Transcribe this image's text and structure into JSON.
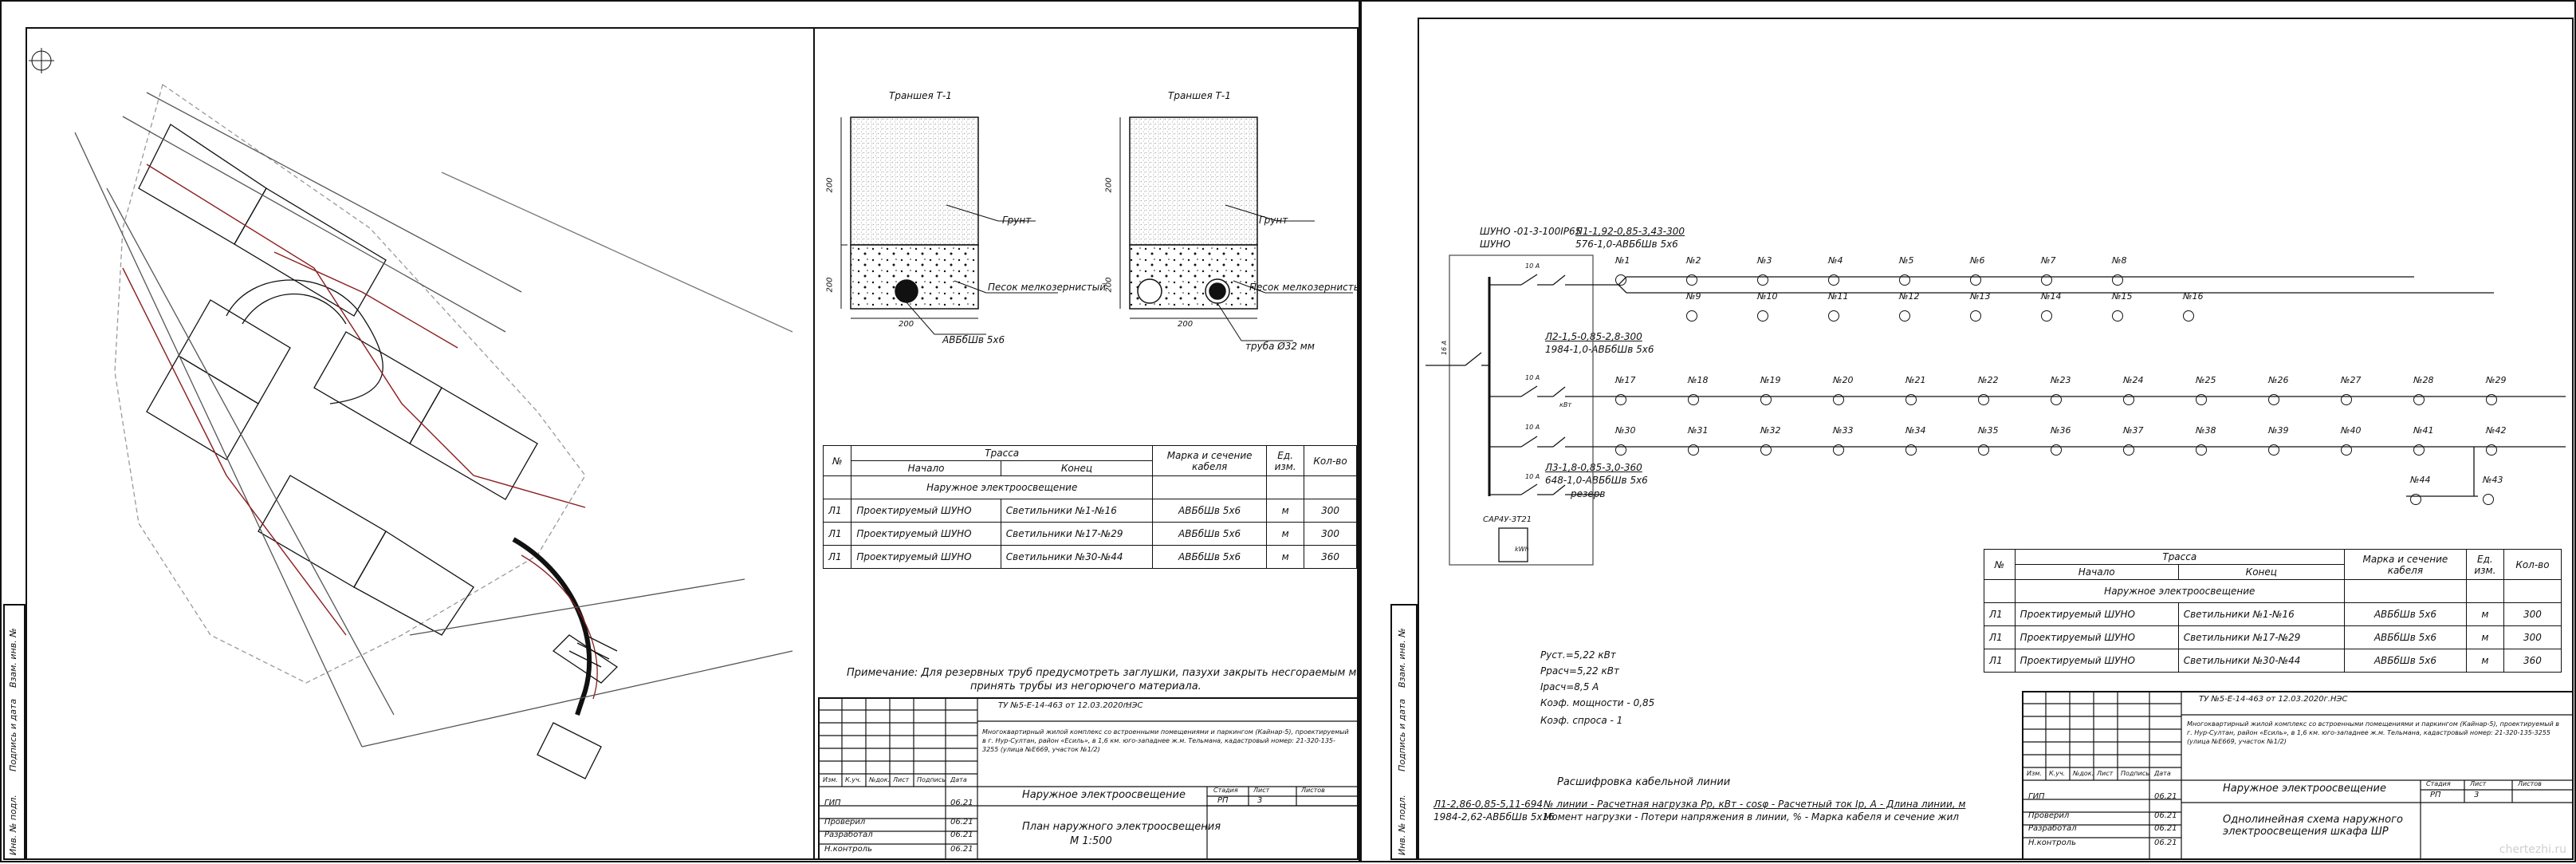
{
  "sheet1": {
    "trench_left_title": "Траншея Т-1",
    "trench_right_title": "Траншея Т-1",
    "dim_200_v1": "200",
    "dim_200_v2": "200",
    "dim_200_h": "200",
    "dim_200_v3": "200",
    "dim_200_v4": "200",
    "dim_200_h2": "200",
    "label_soil": "Грунт",
    "label_sand": "Песок мелкозернистый",
    "label_cable": "АВБбШв 5х6",
    "label_soil2": "Грунт",
    "label_sand2": "Песок мелкозернистый",
    "label_pipe": "труба Ø32 мм",
    "table": {
      "h_num": "№",
      "h_route": "Трасса",
      "h_start": "Начало",
      "h_end": "Конец",
      "h_brand": "Марка и сечение кабеля",
      "h_unit": "Ед. изм.",
      "h_qty": "Кол-во",
      "section": "Наружное электроосвещение",
      "rows": [
        {
          "n": "Л1",
          "start": "Проектируемый ШУНО",
          "end": "Светильники №1-№16",
          "brand": "АВБбШв 5х6",
          "unit": "м",
          "qty": "300"
        },
        {
          "n": "Л1",
          "start": "Проектируемый ШУНО",
          "end": "Светильники №17-№29",
          "brand": "АВБбШв 5х6",
          "unit": "м",
          "qty": "300"
        },
        {
          "n": "Л1",
          "start": "Проектируемый ШУНО",
          "end": "Светильники №30-№44",
          "brand": "АВБбШв 5х6",
          "unit": "м",
          "qty": "360"
        }
      ]
    },
    "note_line1": "Примечание: Для резервных труб предусмотреть заглушки, пазухи закрыть несгораемым материалом,",
    "note_line2": "принять трубы из негорючего материала.",
    "stamp": {
      "code": "ТУ №5-Е-14-463 от 12.03.2020г.",
      "nzh": "НЭС",
      "project": "Многоквартирный жилой комплекс со встроенными помещениями и паркингом (Кайнар-5), проектируемый в г. Нур-Султан, район «Есиль», в 1,6 км. юго-западнее ж.м. Тельмана, кадастровый номер: 21-320-135-3255 (улица №Е669, участок №1/2)",
      "cols": [
        "Изм.",
        "К.уч.",
        "№док.",
        "Лист",
        "Подпись",
        "Дата"
      ],
      "title": "Наружное электроосвещение",
      "stadia": "Стадия",
      "list": "Лист",
      "listov": "Листов",
      "rp": "РП",
      "sheet_no": "3",
      "gip": "ГИП",
      "checked": "Проверил",
      "developed": "Разработал",
      "control": "Н.контроль",
      "date": "06.21",
      "drawing": "План наружного электроосвещения",
      "scale": "М 1:500"
    },
    "margin_labels": [
      "Взам. инв. №",
      "Подпись и дата",
      "Инв. № подл."
    ]
  },
  "sheet2": {
    "panel_name": "ШУНО -01-3-100IP65",
    "panel_sub": "ШУНО",
    "panel_box": "САР4У-3Т21",
    "feeder1_line1": "Л1-1,92-0,85-3,43-300",
    "feeder1_line2": "576-1,0-АВБбШв 5х6",
    "feeder2_line1": "Л2-1,5-0,85-2,8-300",
    "feeder2_line2": "1984-1,0-АВБбШв 5х6",
    "feeder3_line1": "Л3-1,8-0,85-3,0-360",
    "feeder3_line2": "648-1,0-АВБбШв 5х6",
    "reserve": "резерв",
    "breaker_main": "16 А",
    "breaker": "10 А",
    "counter": "kWh",
    "installer": "кВт",
    "pust": "Руст.=5,22 кВт",
    "prasch": "Ррасч=5,22 кВт",
    "irasch": "Iрасч=8,5 А",
    "cos": "Коэф. мощности - 0,85",
    "kspr": "Коэф. спроса - 1",
    "decode_title": "Расшифровка кабельной линии",
    "decode_ex1": "Л1-2,86-0,85-5,11-694",
    "decode_ex2": "1984-2,62-АВБбШв 5х16",
    "decode_l1": "№ линии - Расчетная нагрузка Рр, кВт - cosφ - Расчетный ток Iр, А - Длина линии, м",
    "decode_l2": "Момент нагрузки - Потери напряжения в линии, % - Марка кабеля и сечение жил",
    "lamps_row1": [
      "№1",
      "№2",
      "№3",
      "№4",
      "№5",
      "№6",
      "№7",
      "№8"
    ],
    "lamps_row2": [
      "№9",
      "№10",
      "№11",
      "№12",
      "№13",
      "№14",
      "№15",
      "№16"
    ],
    "lamps_row3": [
      "№17",
      "№18",
      "№19",
      "№20",
      "№21",
      "№22",
      "№23",
      "№24",
      "№25",
      "№26",
      "№27",
      "№28",
      "№29"
    ],
    "lamps_row4": [
      "№30",
      "№31",
      "№32",
      "№33",
      "№34",
      "№35",
      "№36",
      "№37",
      "№38",
      "№39",
      "№40",
      "№41",
      "№42"
    ],
    "lamps_row5": [
      "№44",
      "№43"
    ],
    "stamp": {
      "drawing": "Однолинейная схема наружного электроосвещения шкафа ШР",
      "sheet_no": "3"
    },
    "watermark": "chertezhi.ru"
  }
}
